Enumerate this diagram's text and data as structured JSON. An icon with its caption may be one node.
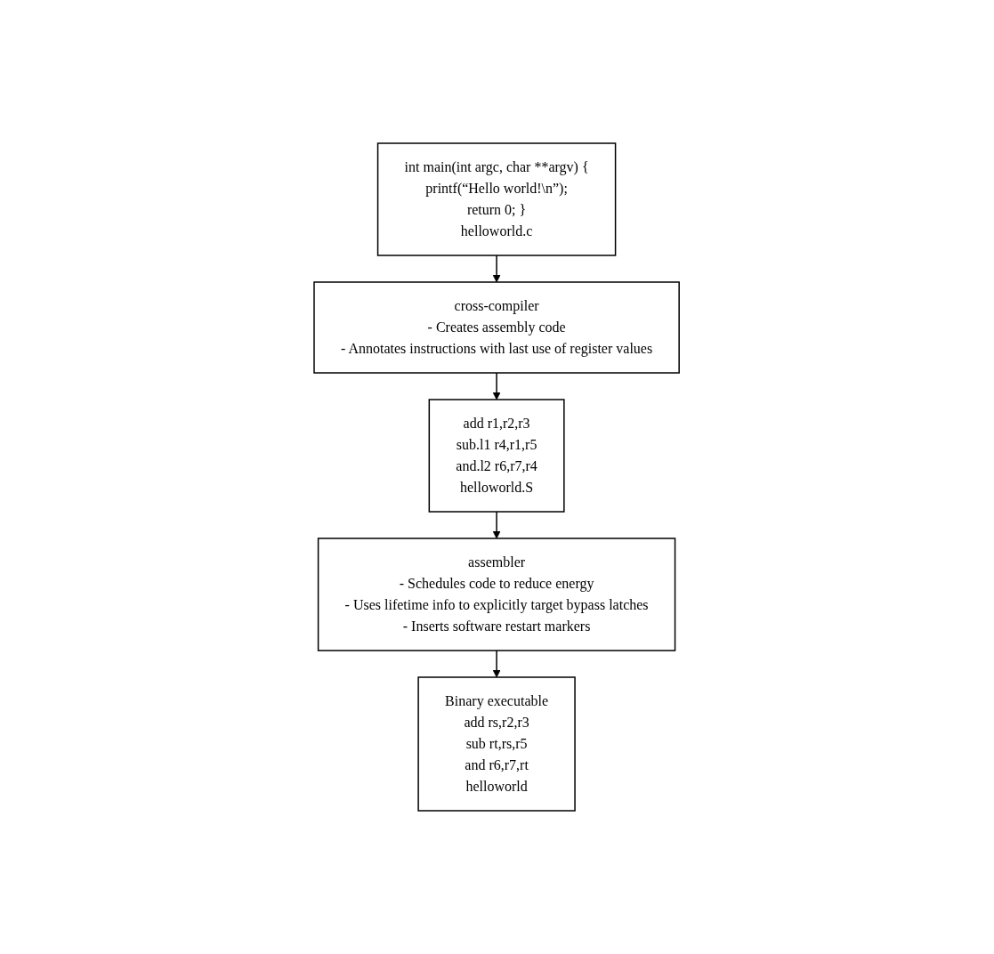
{
  "diagram": {
    "nodes": [
      {
        "text": [
          "int main(int argc, char **argv) {",
          "printf(“Hello world!\\n”);",
          "return 0; }",
          "helloworld.c"
        ]
      },
      {
        "text": [
          "cross-compiler",
          "- Creates assembly code",
          "- Annotates instructions with last use of register values"
        ]
      },
      {
        "text": [
          "add r1,r2,r3",
          "sub.l1 r4,r1,r5",
          "and.l2 r6,r7,r4",
          "helloworld.S"
        ]
      },
      {
        "text": [
          "assembler",
          "- Schedules code to reduce energy",
          "- Uses lifetime info to explicitly target bypass latches",
          "- Inserts software restart markers"
        ]
      },
      {
        "text": [
          "Binary executable",
          "add rs,r2,r3",
          "sub rt,rs,r5",
          "and r6,r7,rt",
          "helloworld"
        ]
      }
    ],
    "edges": [
      {
        "from": 0,
        "to": 1,
        "arrow": "to"
      },
      {
        "from": 1,
        "to": 2,
        "arrow": "to"
      },
      {
        "from": 2,
        "to": 3,
        "arrow": "to"
      },
      {
        "from": 3,
        "to": 4,
        "arrow": "to"
      }
    ]
  }
}
